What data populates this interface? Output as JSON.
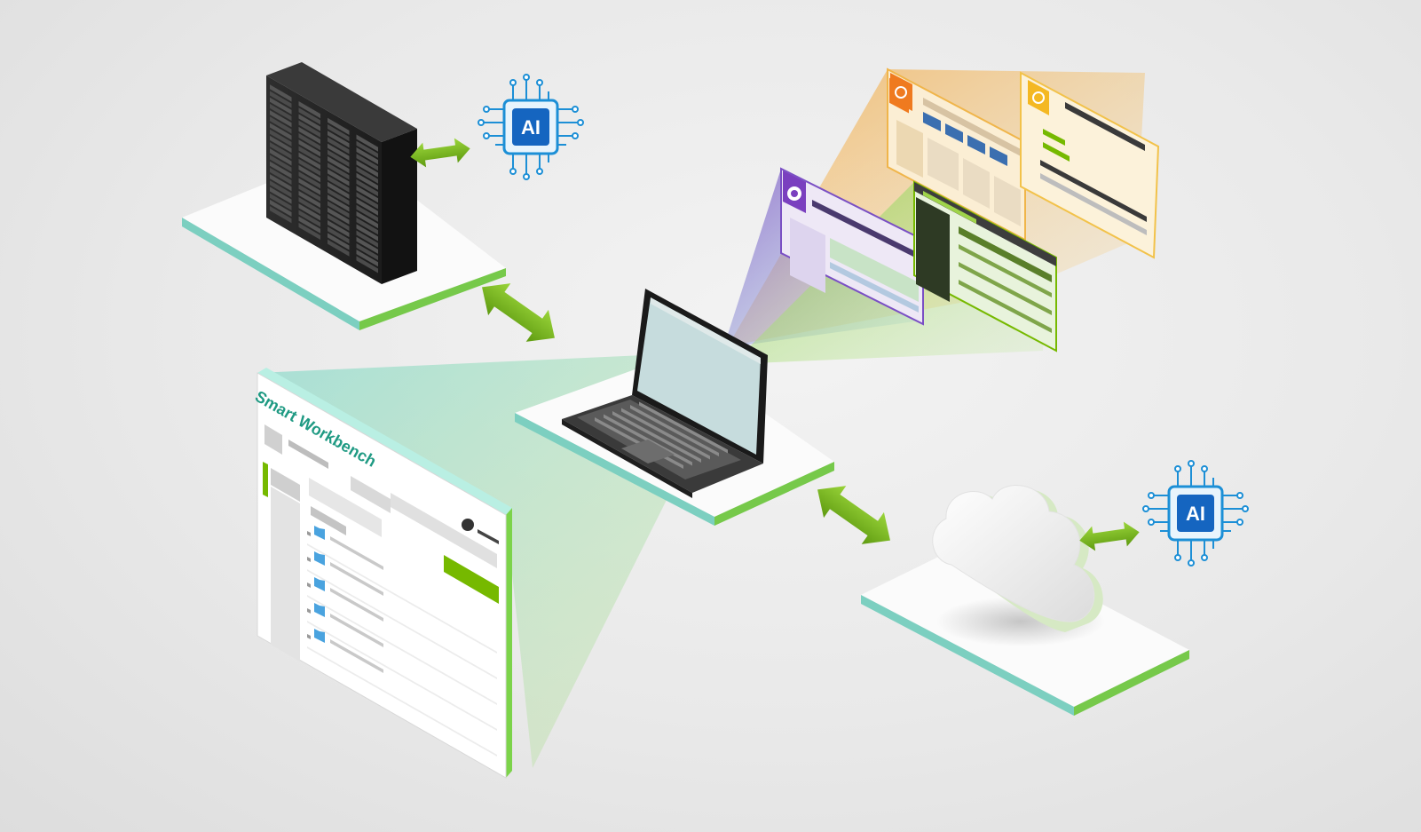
{
  "title": "Smart Workbench",
  "ai_chips": [
    {
      "label": "AI"
    },
    {
      "label": "AI"
    }
  ],
  "colors": {
    "accent_green": "#76b900",
    "teal_text": "#1f9a83",
    "ai_blue": "#1c8fd6",
    "chip_fill": "#1565c0",
    "folder_blue": "#4aa3df"
  },
  "icons": [
    "server-rack-icon",
    "ai-chip-icon",
    "laptop-icon",
    "cloud-icon",
    "folder-icon",
    "github-icon",
    "double-arrow-icon"
  ]
}
